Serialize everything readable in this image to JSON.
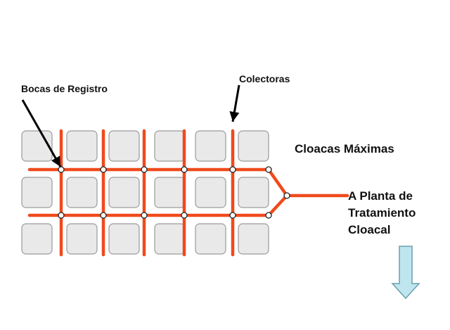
{
  "labels": {
    "bocas_de_registro": "Bocas de Registro",
    "colectoras": "Colectoras",
    "cloacas_maximas": "Cloacas Máximas",
    "planta_line1": "A Planta de",
    "planta_line2": "Tratamiento",
    "planta_line3": "Cloacal"
  },
  "colors": {
    "pipe": "#f04a1c",
    "block_fill": "#e9e9e9",
    "block_border": "#9a9a9a",
    "flow_arrow": "#bfe6ee",
    "flow_arrow_border": "#6b9fab",
    "pointer": "#000000"
  },
  "icons": [
    "pointer-arrow-icon",
    "down-flow-arrow-icon",
    "manhole-node-icon"
  ]
}
